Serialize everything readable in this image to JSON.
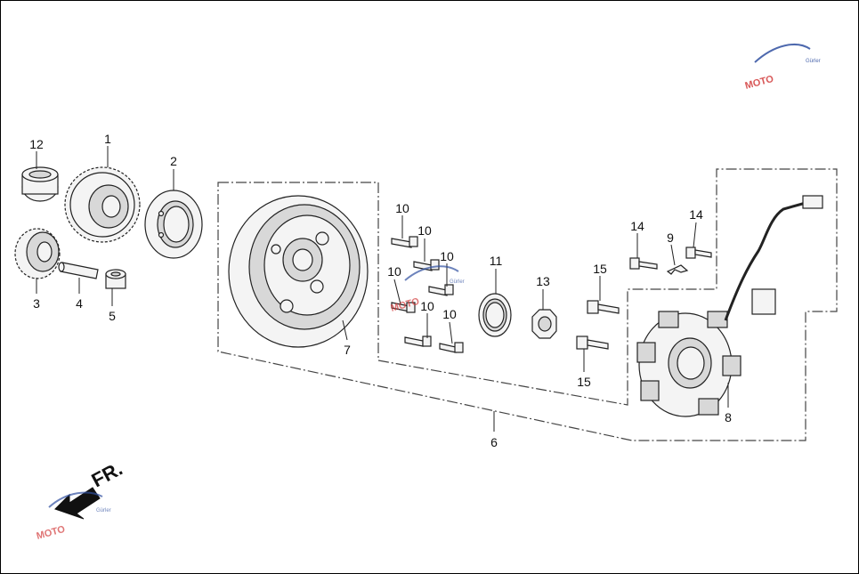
{
  "diagram": {
    "front_label": "FR.",
    "watermark": {
      "brand": "MOTO",
      "sub": "Gürler"
    },
    "colors": {
      "line": "#222222",
      "watermark_red": "#d23a3a",
      "watermark_blue": "#3050a0"
    },
    "callouts": {
      "c1": "1",
      "c2": "2",
      "c3": "3",
      "c4": "4",
      "c5": "5",
      "c6": "6",
      "c7": "7",
      "c8": "8",
      "c9": "9",
      "c10a": "10",
      "c10b": "10",
      "c10c": "10",
      "c10d": "10",
      "c10e": "10",
      "c10f": "10",
      "c11": "11",
      "c12": "12",
      "c13": "13",
      "c14a": "14",
      "c14b": "14",
      "c15a": "15",
      "c15b": "15"
    }
  }
}
